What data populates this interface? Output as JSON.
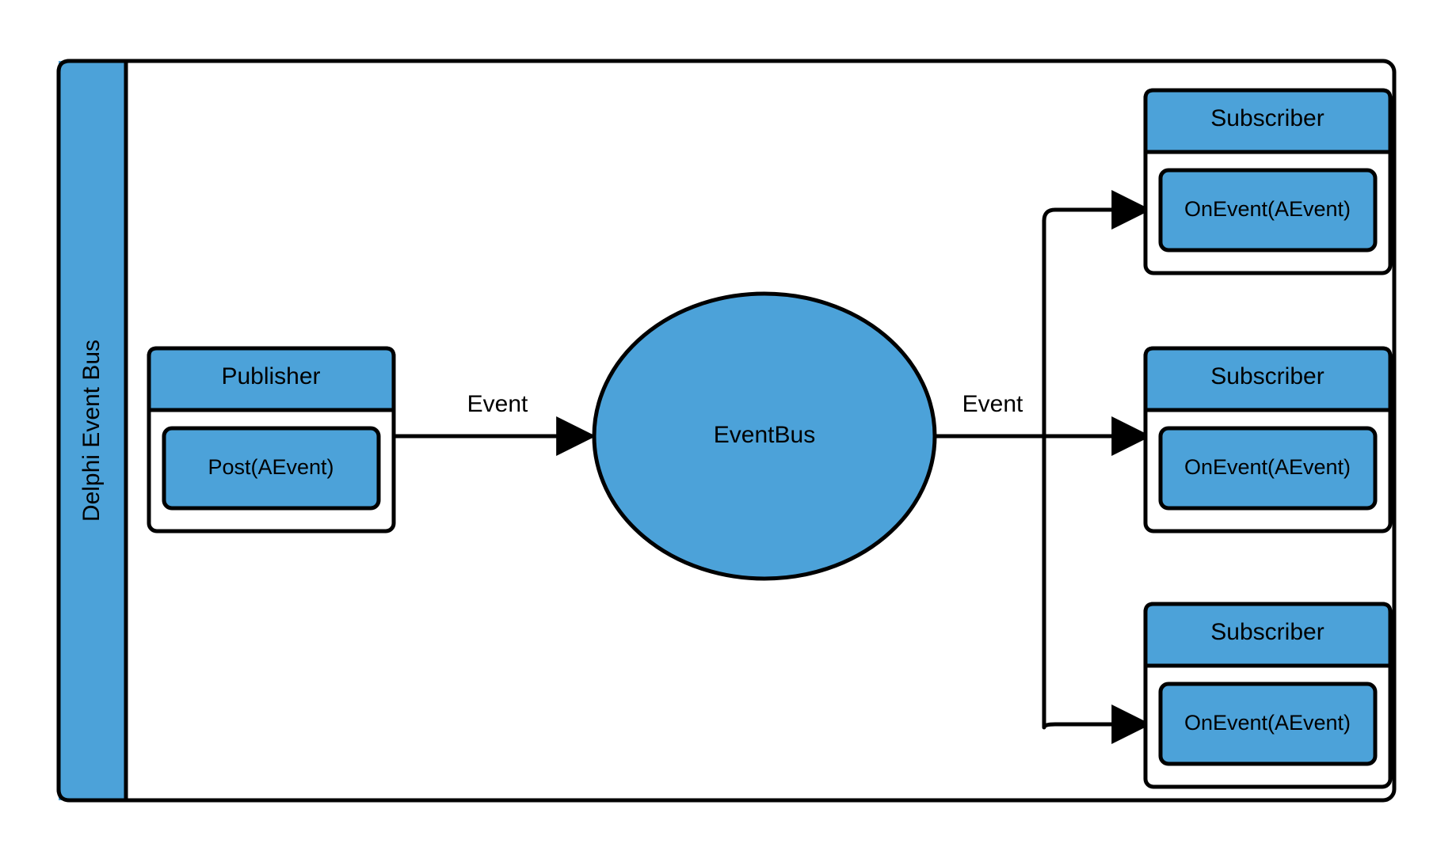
{
  "diagram": {
    "title": "Delphi Event Bus",
    "type": "publish-subscribe event bus architecture diagram",
    "colors": {
      "fill": "#4CA2D9",
      "stroke": "#000000",
      "background": "#FFFFFF",
      "text": "#000000"
    },
    "swimlane": {
      "label": "Delphi Event Bus",
      "orientation": "vertical-left"
    },
    "nodes": {
      "publisher": {
        "header": "Publisher",
        "method": "Post(AEvent)"
      },
      "eventbus": {
        "label": "EventBus",
        "shape": "ellipse"
      },
      "subscribers": [
        {
          "header": "Subscriber",
          "method": "OnEvent(AEvent)"
        },
        {
          "header": "Subscriber",
          "method": "OnEvent(AEvent)"
        },
        {
          "header": "Subscriber",
          "method": "OnEvent(AEvent)"
        }
      ]
    },
    "edges": [
      {
        "label": "Event",
        "from": "publisher",
        "to": "eventbus"
      },
      {
        "label": "Event",
        "from": "eventbus",
        "to": "subscribers"
      }
    ]
  }
}
